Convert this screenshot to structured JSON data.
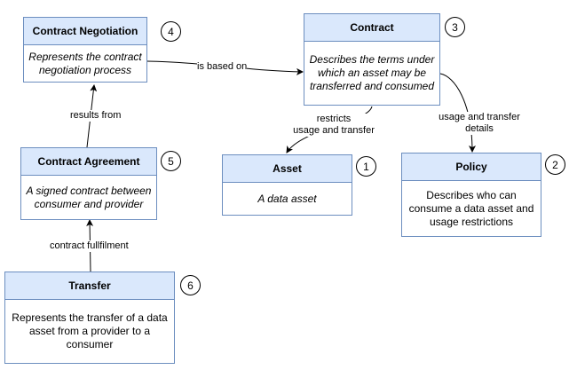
{
  "nodes": {
    "contract_negotiation": {
      "title": "Contract Negotiation",
      "description": "Represents the contract negotiation process",
      "badge": "4"
    },
    "contract": {
      "title": "Contract",
      "description": "Describes the terms under which an asset may be transferred and consumed",
      "badge": "3"
    },
    "contract_agreement": {
      "title": "Contract Agreement",
      "description": "A signed contract between consumer and provider",
      "badge": "5"
    },
    "asset": {
      "title": "Asset",
      "description": "A data asset",
      "badge": "1"
    },
    "policy": {
      "title": "Policy",
      "description": "Describes who can consume a data asset and usage restrictions",
      "badge": "2"
    },
    "transfer": {
      "title": "Transfer",
      "description": "Represents the transfer of a data asset from a provider to a consumer",
      "badge": "6"
    }
  },
  "edges": {
    "negotiation_to_contract": "is based on",
    "contract_to_asset_1": "restricts",
    "contract_to_asset_2": "usage and transfer",
    "contract_to_policy_1": "usage and transfer",
    "contract_to_policy_2": "details",
    "agreement_to_negotiation": "results from",
    "transfer_to_agreement": "contract fullfilment"
  }
}
